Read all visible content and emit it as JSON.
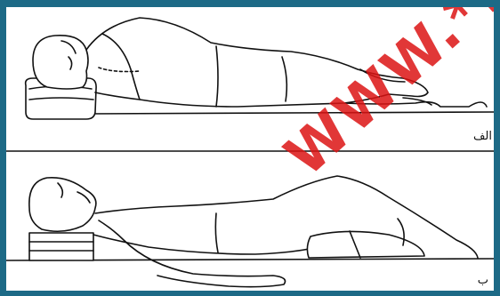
{
  "figure": {
    "panels": [
      {
        "label": "الف",
        "pose": "side-lying"
      },
      {
        "label": "ب",
        "pose": "supine"
      }
    ],
    "watermark_text": "WWW.*P"
  },
  "colors": {
    "border": "#1d6a86",
    "panel_background": "#ffffff",
    "line": "#111111",
    "watermark": "#dc1414"
  }
}
